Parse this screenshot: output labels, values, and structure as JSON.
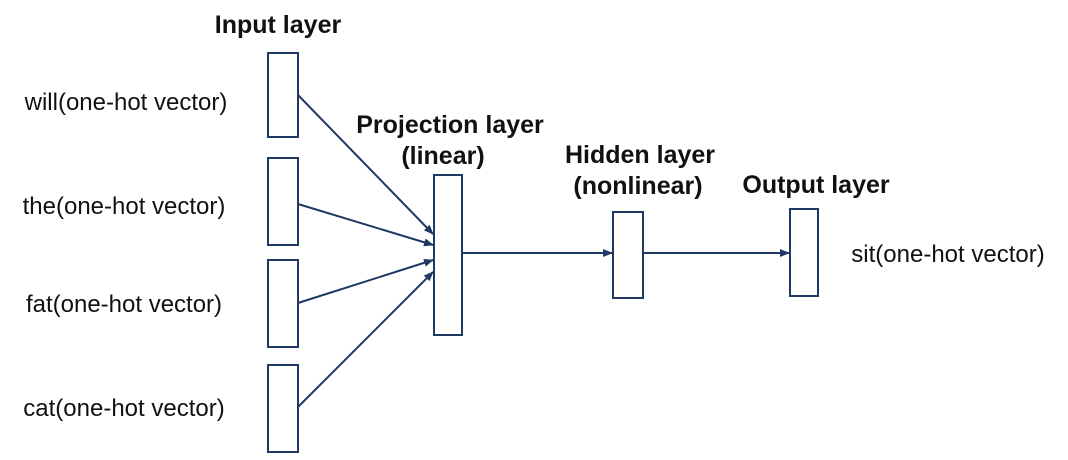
{
  "layers": {
    "input": {
      "title": "Input layer"
    },
    "projection": {
      "title_line1": "Projection layer",
      "title_line2": "(linear)"
    },
    "hidden": {
      "title_line1": "Hidden layer",
      "title_line2": "(nonlinear)"
    },
    "output": {
      "title": "Output layer"
    }
  },
  "inputs": [
    {
      "label": "will(one-hot vector)"
    },
    {
      "label": "the(one-hot vector)"
    },
    {
      "label": "fat(one-hot vector)"
    },
    {
      "label": "cat(one-hot vector)"
    }
  ],
  "output_label": "sit(one-hot vector)",
  "colors": {
    "line": "#1f3864",
    "text": "#111111"
  }
}
